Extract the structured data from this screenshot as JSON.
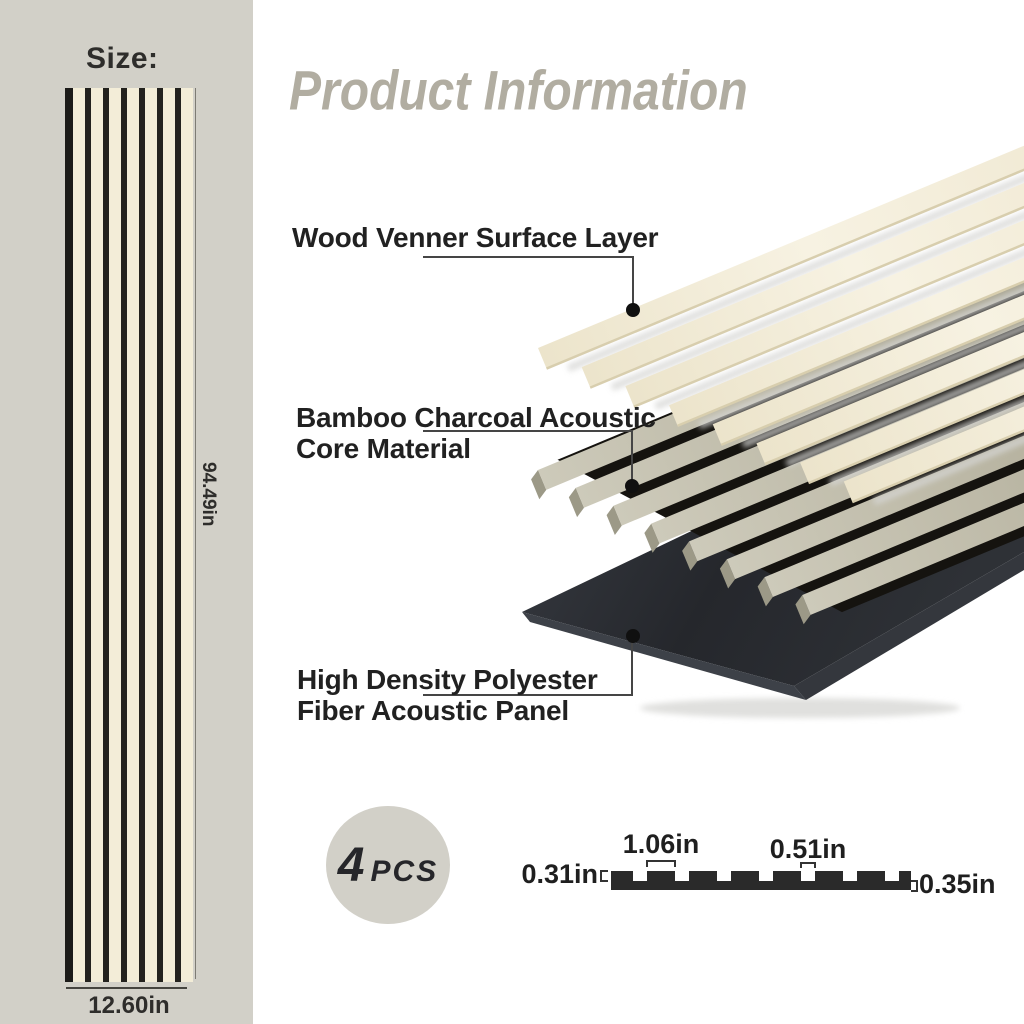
{
  "sidebar": {
    "size_label": "Size:",
    "panel_height": "94.49in",
    "panel_width": "12.60in"
  },
  "header": {
    "title": "Product Information"
  },
  "callouts": {
    "surface": "Wood Venner Surface Layer",
    "core_line1": "Bamboo Charcoal Acoustic",
    "core_line2": "Core Material",
    "base_line1": "High Density Polyester",
    "base_line2": "Fiber Acoustic Panel"
  },
  "badge": {
    "count": "4",
    "unit": "PCS"
  },
  "profile": {
    "slat_width": "1.06in",
    "groove_width": "0.51in",
    "slat_thickness": "0.31in",
    "panel_thickness": "0.35in"
  },
  "colors": {
    "sidebar_bg": "#d2d0c8",
    "title": "#b1ada1",
    "wood_slat": "#f2ecd8",
    "core_slat": "#b8b4a2",
    "base_panel": "#2b2e33",
    "label_text": "#212121"
  }
}
